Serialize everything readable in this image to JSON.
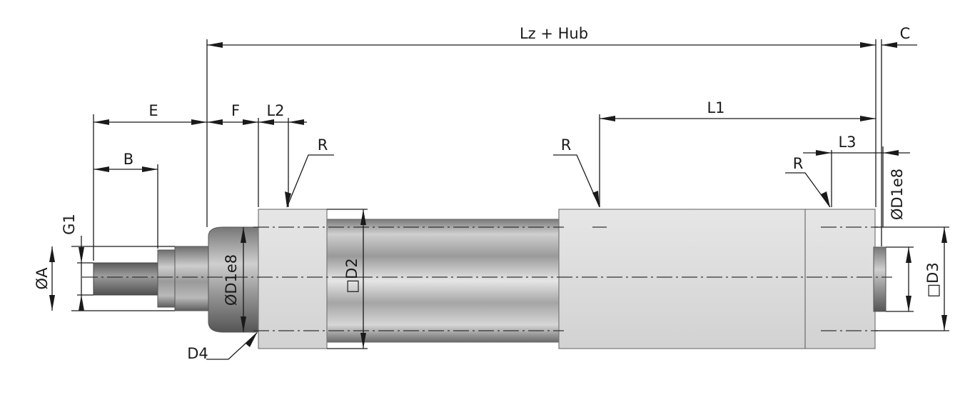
{
  "labels": {
    "lz_hub": "Lz + Hub",
    "c": "C",
    "e": "E",
    "f": "F",
    "l2": "L2",
    "l1": "L1",
    "b": "B",
    "r_front": "R",
    "r_mid": "R",
    "r_rear": "R",
    "l3": "L3",
    "g1": "G1",
    "d1e8_left": "ØD1e8",
    "d1e8_right": "ØD1e8",
    "d2": "□D2",
    "d3": "□D3",
    "a": "ØA",
    "d4": "D4"
  },
  "colors": {
    "line": "#1a1a1a",
    "body_light": "#e3e3e3",
    "body_shadow": "#c8c8c8",
    "metal_dark": "#6f6f6f",
    "metal_light": "#d9d9d9"
  }
}
